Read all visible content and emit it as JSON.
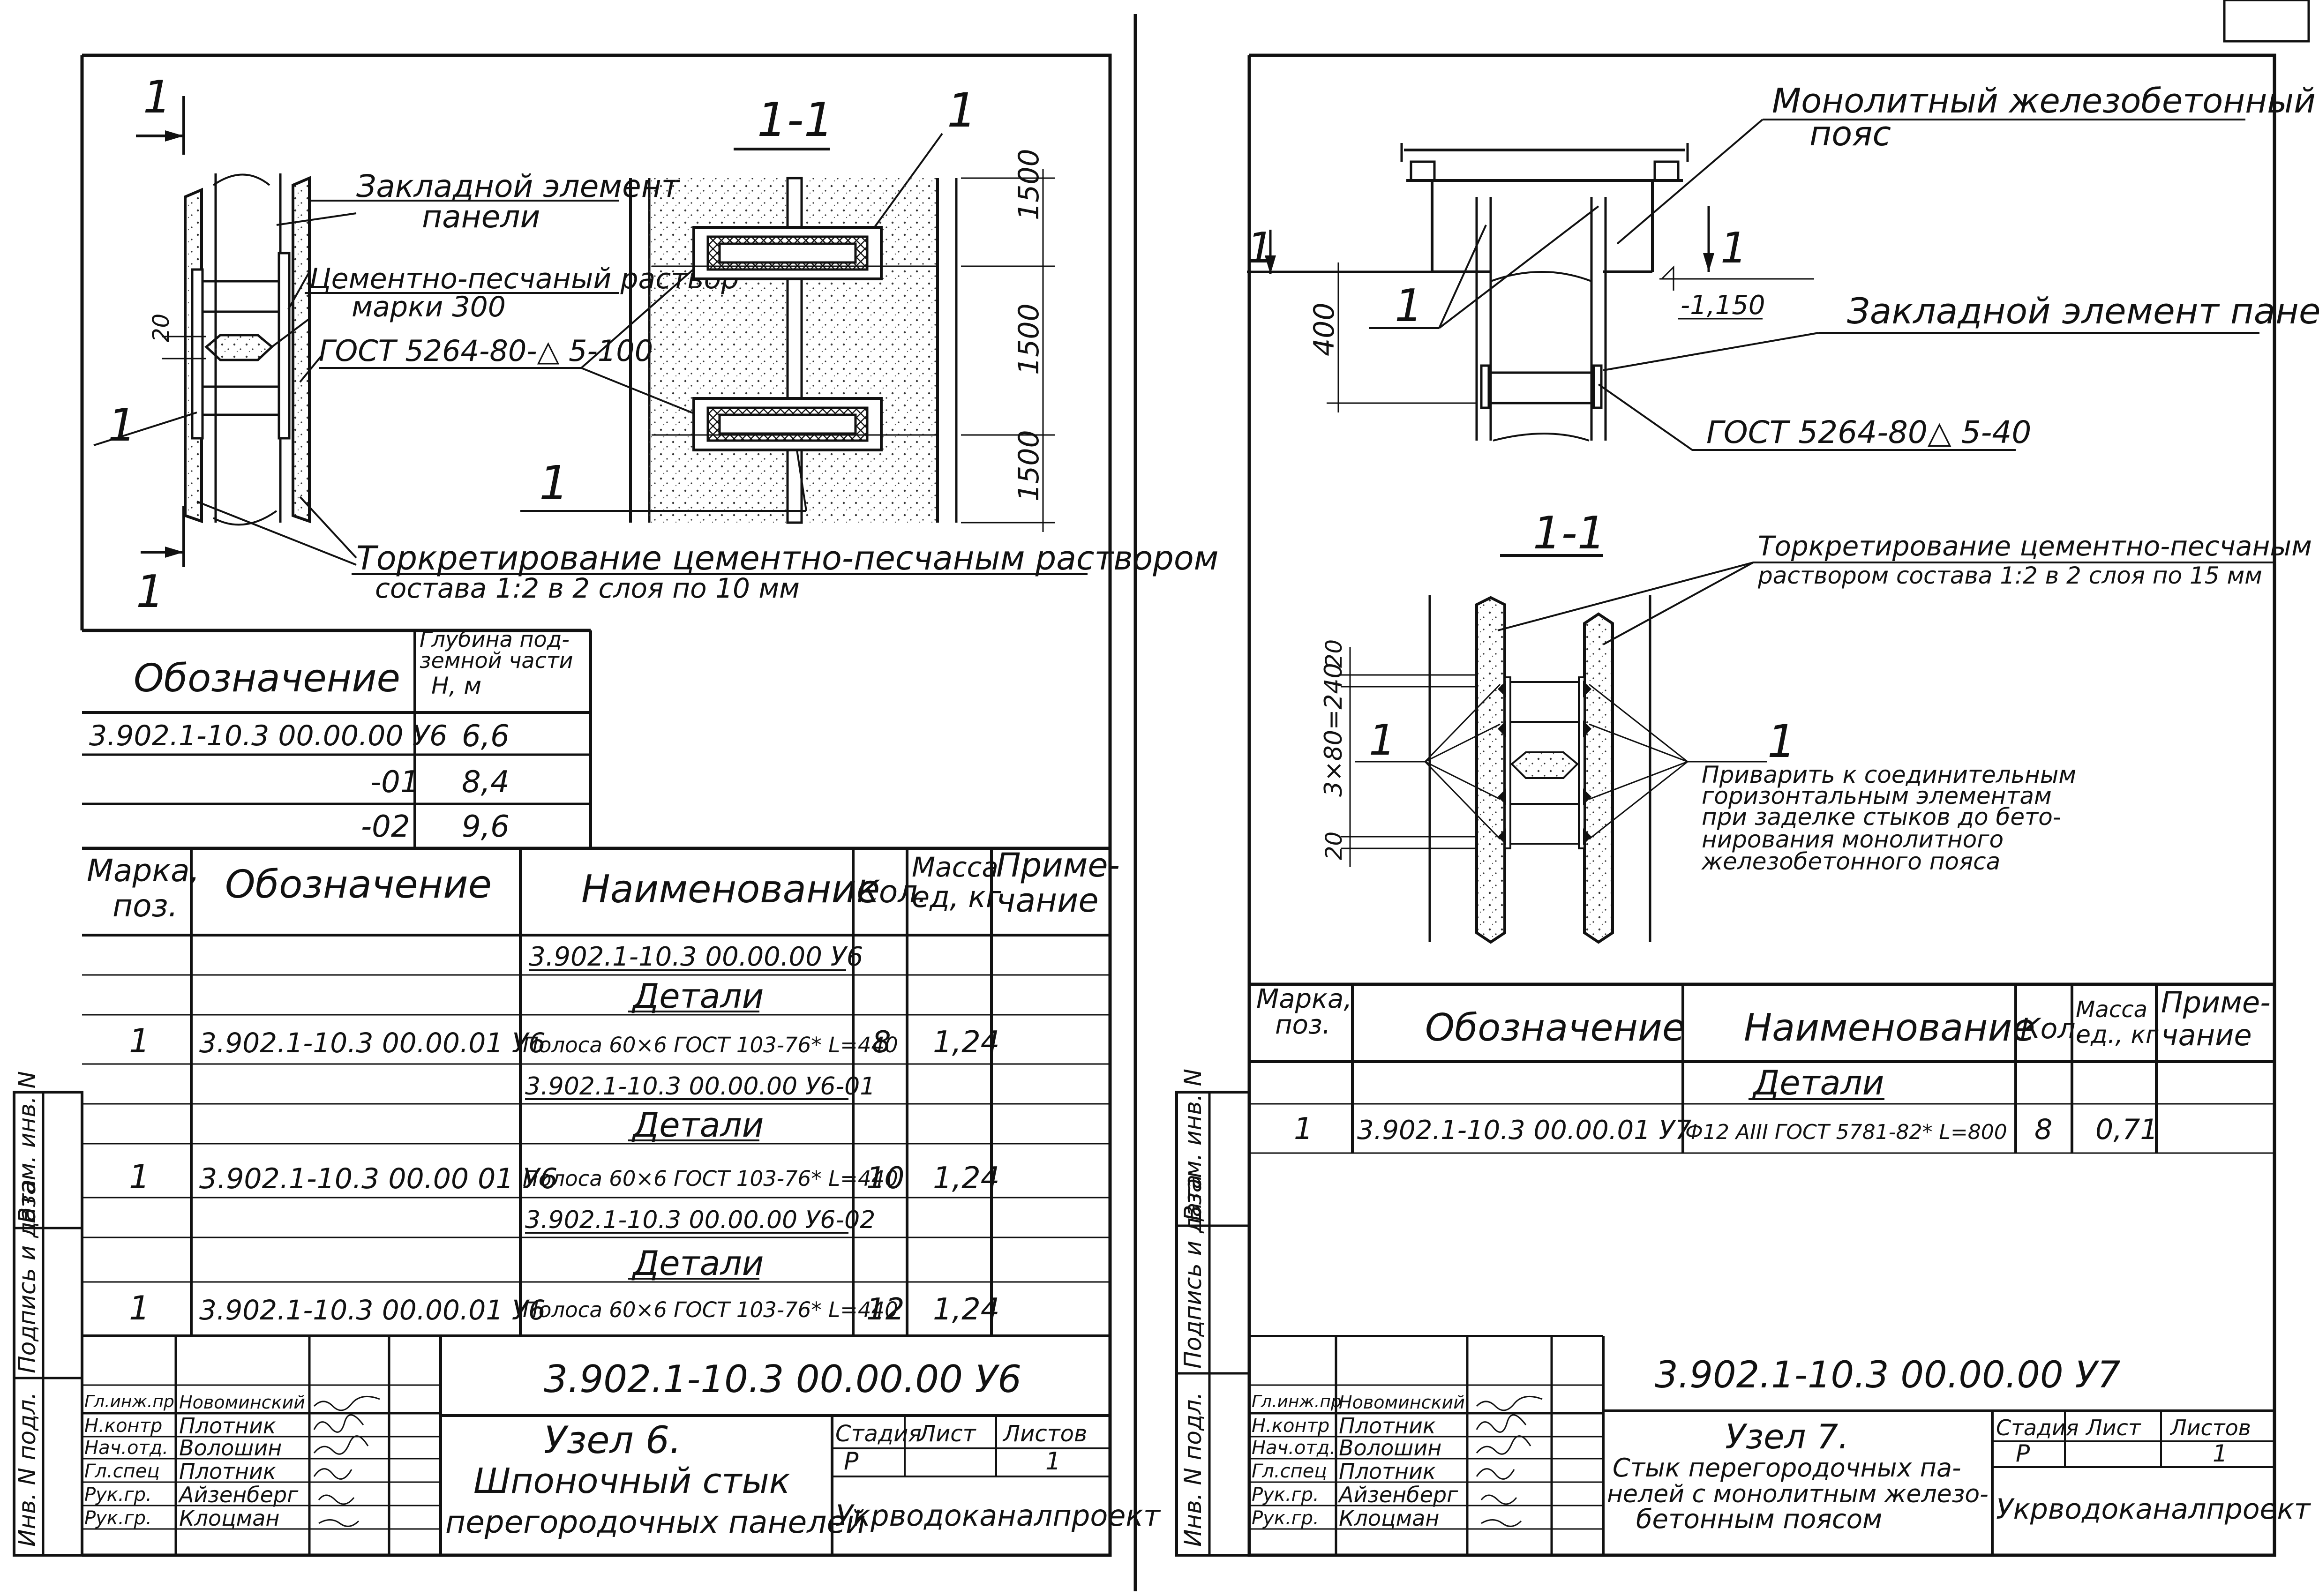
{
  "left_sheet": {
    "detail": {
      "section_marks": [
        "1",
        "1"
      ],
      "section_title": "1-1",
      "position_marks": [
        "1",
        "1",
        "1",
        "1"
      ],
      "label_embedded": [
        "Закладной элемент",
        "панели"
      ],
      "label_mortar": [
        "Цементно-песчаный раствор",
        "марки 300"
      ],
      "label_weld": "ГОСТ 5264-80-△ 5-100",
      "label_torkret": [
        "Торкретирование цементно-песчаным раствором",
        "состава 1:2  в 2 слоя по 10 мм"
      ],
      "dim_gap": "20",
      "dims": [
        "1500",
        "1500",
        "1500"
      ]
    },
    "depth_table": {
      "header_designation": "Обозначение",
      "header_depth": [
        "Глубина под-",
        "земной части",
        "Н,  м"
      ],
      "rows": [
        {
          "designation": "3.902.1-10.3 00.00.00 У6",
          "depth": "6,6"
        },
        {
          "designation": "-01",
          "depth": "8,4"
        },
        {
          "designation": "-02",
          "depth": "9,6"
        }
      ]
    },
    "spec": {
      "headers": {
        "mark": [
          "Марка,",
          "поз."
        ],
        "designation": "Обозначение",
        "name": "Наименование",
        "qty": "Кол.",
        "mass": [
          "Масса",
          "ед, кг"
        ],
        "note": [
          "Приме-",
          "чание"
        ]
      },
      "rows": [
        {
          "mark": "",
          "designation": "",
          "name": "3.902.1-10.3 00.00.00 У6",
          "qty": "",
          "mass": ""
        },
        {
          "mark": "",
          "designation": "",
          "name": "Детали",
          "qty": "",
          "mass": ""
        },
        {
          "mark": "1",
          "designation": "3.902.1-10.3 00.00.01 У6",
          "name": "Полоса 60×6 ГОСТ 103-76* L=440",
          "qty": "8",
          "mass": "1,24"
        },
        {
          "mark": "",
          "designation": "",
          "name": "3.902.1-10.3 00.00.00 У6-01",
          "qty": "",
          "mass": ""
        },
        {
          "mark": "",
          "designation": "",
          "name": "Детали",
          "qty": "",
          "mass": ""
        },
        {
          "mark": "1",
          "designation": "3.902.1-10.3 00.00 01 У6",
          "name": "Полоса 60×6 ГОСТ 103-76* L=440",
          "qty": "10",
          "mass": "1,24"
        },
        {
          "mark": "",
          "designation": "",
          "name": "3.902.1-10.3 00.00.00 У6-02",
          "qty": "",
          "mass": ""
        },
        {
          "mark": "",
          "designation": "",
          "name": "Детали",
          "qty": "",
          "mass": ""
        },
        {
          "mark": "1",
          "designation": "3.902.1-10.3 00.00.01 У6",
          "name": "Полоса 60×6 ГОСТ 103-76* L=440",
          "qty": "12",
          "mass": "1,24"
        }
      ]
    },
    "margin_labels": [
      "Инв. N подл.",
      "Подпись и дата",
      "Взам. инв. N"
    ],
    "title_block": {
      "code": "3.902.1-10.3 00.00.00 У6",
      "roles": [
        "Гл.инж.пр",
        "Н.контр",
        "Нач.отд.",
        "Гл.спец",
        "Рук.гр.",
        "Рук.гр."
      ],
      "names": [
        "Новоминский",
        "Плотник",
        "Волошин",
        "Плотник",
        "Айзенберг",
        "Клоцман"
      ],
      "title_lines": [
        "Узел 6.",
        "Шпоночный стык",
        "перегородочных панелей"
      ],
      "stage_label": "Стадия",
      "sheet_label": "Лист",
      "sheets_label": "Листов",
      "stage": "Р",
      "sheets": "1",
      "org": "Укрводоканалпроект"
    }
  },
  "right_sheet": {
    "detail": {
      "label_belt": [
        "Монолитный железобетонный",
        "пояс"
      ],
      "section_marks": [
        "1",
        "1"
      ],
      "position_mark": "1",
      "elevation": "-1,150",
      "label_embedded": "Закладной элемент панели",
      "dim_400": "400",
      "label_weld": "ГОСТ 5264-80△ 5-40",
      "section_title": "1-1",
      "label_torkret": [
        "Торкретирование цементно-песчаным",
        "раствором состава 1:2 в 2 слоя по 15 мм"
      ],
      "dim_left": [
        "20",
        "3×80=240",
        "20"
      ],
      "position_mark_2": "1",
      "note": [
        "Приварить к соединительным",
        "горизонтальным элементам",
        "при заделке стыков до бето-",
        "нирования монолитного",
        "железобетонного пояса"
      ]
    },
    "spec": {
      "headers": {
        "mark": [
          "Марка,",
          "поз."
        ],
        "designation": "Обозначение",
        "name": "Наименование",
        "qty": "Кол.",
        "mass": [
          "Масса",
          "ед., кг"
        ],
        "note": [
          "Приме-",
          "чание"
        ]
      },
      "rows": [
        {
          "mark": "",
          "designation": "",
          "name": "Детали",
          "qty": "",
          "mass": ""
        },
        {
          "mark": "1",
          "designation": "3.902.1-10.3 00.00.01 У7",
          "name": "Ф12 АIII ГОСТ 5781-82* L=800",
          "qty": "8",
          "mass": "0,71"
        }
      ]
    },
    "margin_labels": [
      "Инв. N подл.",
      "Подпись и дата",
      "Взам. инв. N"
    ],
    "title_block": {
      "code": "3.902.1-10.3 00.00.00 У7",
      "roles": [
        "Гл.инж.пр",
        "Н.контр",
        "Нач.отд.",
        "Гл.спец",
        "Рук.гр.",
        "Рук.гр."
      ],
      "names": [
        "Новоминский",
        "Плотник",
        "Волошин",
        "Плотник",
        "Айзенберг",
        "Клоцман"
      ],
      "title_lines": [
        "Узел 7.",
        "Стык перегородочных па-",
        "нелей с монолитным железо-",
        "бетонным поясом"
      ],
      "stage_label": "Стадия",
      "sheet_label": "Лист",
      "sheets_label": "Листов",
      "stage": "Р",
      "sheets": "1",
      "org": "Укрводоканалпроект"
    }
  }
}
